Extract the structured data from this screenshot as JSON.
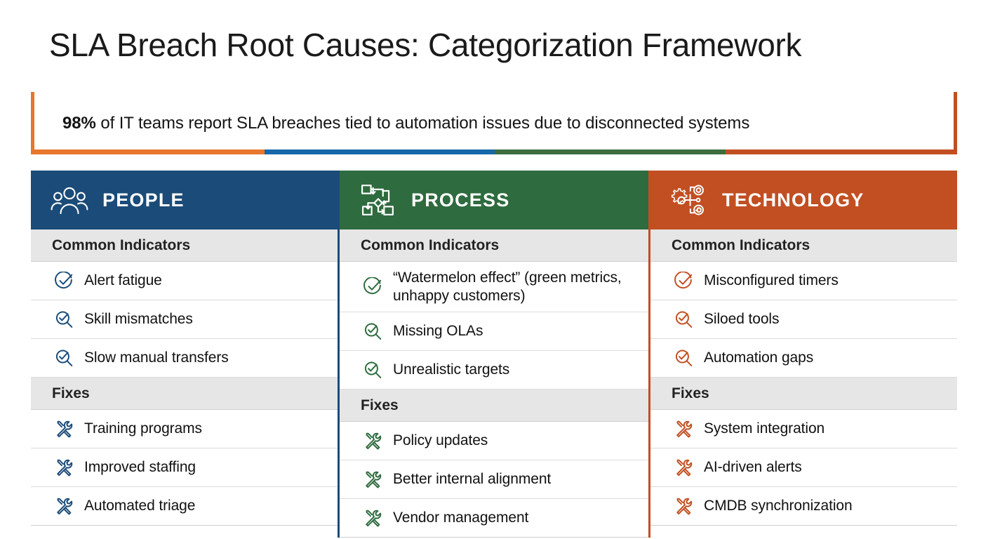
{
  "page": {
    "title": "SLA Breach Root Causes: Categorization Framework"
  },
  "callout": {
    "highlight": "98%",
    "text": " of IT teams report SLA breaches tied to automation issues due to disconnected systems",
    "accent_segments": [
      "#e8762c",
      "#1668a8",
      "#3a6e3e",
      "#c14f22"
    ],
    "border_left_color": "#e8762c",
    "border_right_color": "#c14f22"
  },
  "columns": [
    {
      "key": "people",
      "header": "PEOPLE",
      "icon": "people-group-icon",
      "color": "#1b4b78",
      "indicators_label": "Common Indicators",
      "indicators": [
        {
          "icon": "check-circle-icon",
          "text": "Alert fatigue"
        },
        {
          "icon": "magnifier-check-icon",
          "text": "Skill mismatches"
        },
        {
          "icon": "magnifier-check-icon",
          "text": "Slow manual transfers"
        }
      ],
      "fixes_label": "Fixes",
      "fixes": [
        {
          "icon": "tools-icon",
          "text": "Training programs"
        },
        {
          "icon": "tools-icon",
          "text": "Improved staffing"
        },
        {
          "icon": "tools-icon",
          "text": "Automated triage"
        }
      ]
    },
    {
      "key": "process",
      "header": "PROCESS",
      "icon": "flowchart-icon",
      "color": "#2e6b3e",
      "indicators_label": "Common Indicators",
      "indicators": [
        {
          "icon": "check-circle-icon",
          "text": "“Watermelon effect” (green metrics, unhappy customers)"
        },
        {
          "icon": "magnifier-check-icon",
          "text": "Missing OLAs"
        },
        {
          "icon": "magnifier-check-icon",
          "text": "Unrealistic targets"
        }
      ],
      "fixes_label": "Fixes",
      "fixes": [
        {
          "icon": "tools-icon",
          "text": "Policy updates"
        },
        {
          "icon": "tools-icon",
          "text": "Better internal alignment"
        },
        {
          "icon": "tools-icon",
          "text": "Vendor management"
        }
      ]
    },
    {
      "key": "technology",
      "header": "TECHNOLOGY",
      "icon": "gears-network-icon",
      "color": "#c14f22",
      "indicators_label": "Common Indicators",
      "indicators": [
        {
          "icon": "check-circle-icon",
          "text": "Misconfigured timers"
        },
        {
          "icon": "magnifier-check-icon",
          "text": "Siloed tools"
        },
        {
          "icon": "magnifier-check-icon",
          "text": "Automation gaps"
        }
      ],
      "fixes_label": "Fixes",
      "fixes": [
        {
          "icon": "tools-icon",
          "text": "System integration"
        },
        {
          "icon": "tools-icon",
          "text": "AI-driven alerts"
        },
        {
          "icon": "tools-icon",
          "text": "CMDB synchronization"
        }
      ]
    }
  ]
}
